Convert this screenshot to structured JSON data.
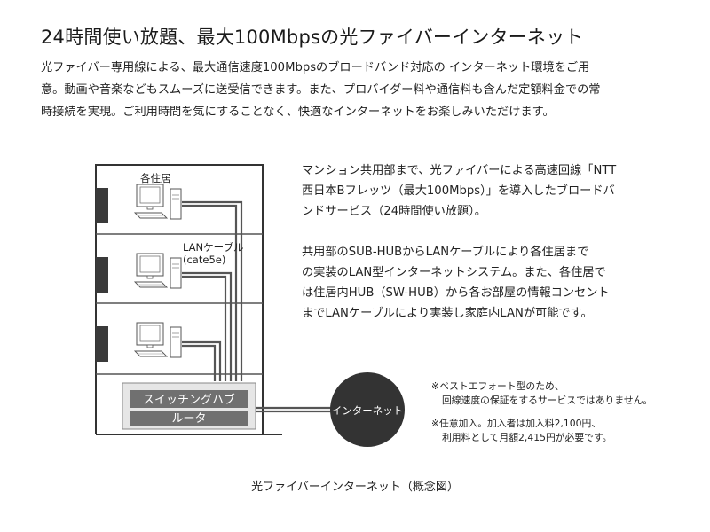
{
  "title": "24時間使い放題、最大100Mbpsの光ファイバーインターネット",
  "intro": [
    "光ファイバー専用線による、最大通信速度100Mbpsのブロードバンド対応の インターネット環境をご用",
    "意。動画や音楽などもスムーズに送受信できます。また、プロバイダー料や通信料も含んだ定額料金での常",
    "時接続を実現。ご利用時間を気にすることなく、快適なインターネットをお楽しみいただけます。"
  ],
  "description": [
    "マンション共用部まで、光ファイバーによる高速回線「NTT",
    "西日本Bフレッツ（最大100Mbps）」を導入したブロードバ",
    "ンドサービス（24時間使い放題）。",
    "",
    "共用部のSUB-HUBからLANケーブルにより各住居まで",
    "の実装のLAN型インターネットシステム。また、各住居で",
    "は住居内HUB（SW-HUB）から各お部屋の情報コンセント",
    "までLANケーブルにより実装し家庭内LANが可能です。"
  ],
  "diagram": {
    "label_residence": "各住居",
    "label_cable_line1": "LANケーブル",
    "label_cable_line2": "(cate5e)",
    "switching_hub": "スイッチングハブ",
    "router": "ルータ",
    "internet": "インターネット"
  },
  "notes": {
    "note1_line1": "※ベストエフォート型のため、",
    "note1_line2": "回線速度の保証をするサービスではありません。",
    "note2_line1": "※任意加入。加入者は加入料2,100円、",
    "note2_line2": "利用料として月額2,415円が必要です。"
  },
  "caption": "光ファイバーインターネット（概念図）",
  "colors": {
    "building": "#333333",
    "floor_line": "#555555",
    "wall_block": "#3a3a3a",
    "hub_box": "#e8e8e8",
    "hub_label_bg": "#6e6e6e",
    "cable": "#555555",
    "internet_circle": "#333333",
    "text": "#222222"
  }
}
